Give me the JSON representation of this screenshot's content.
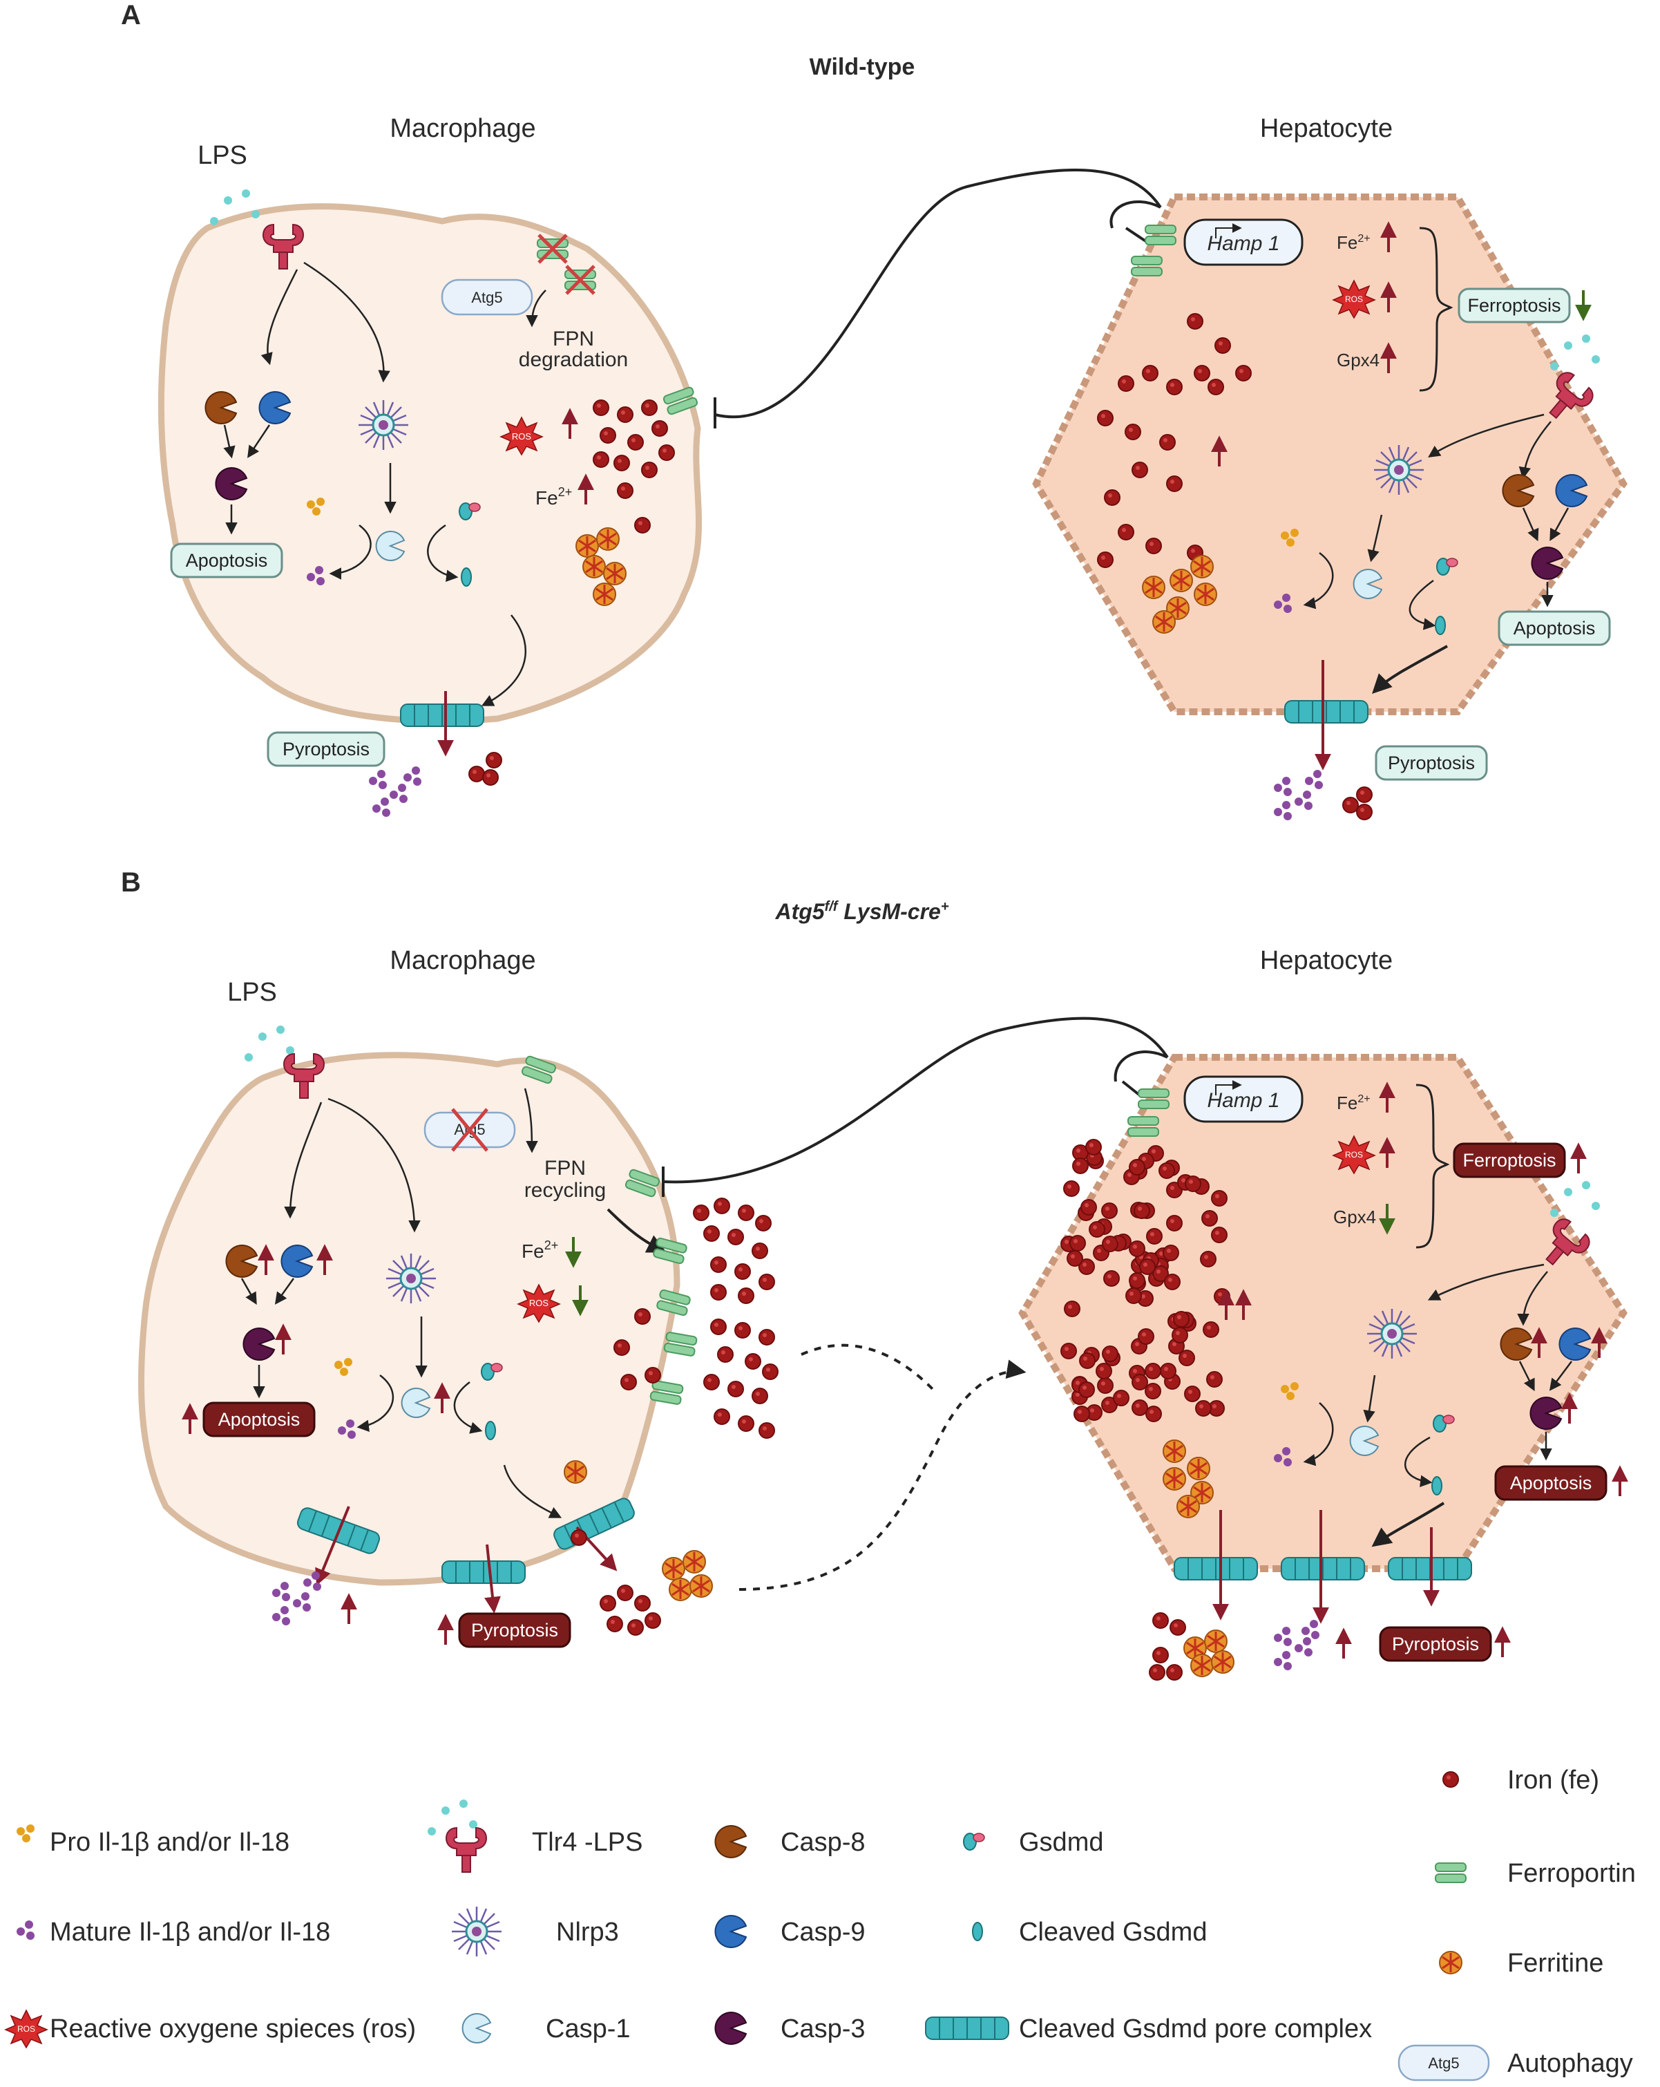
{
  "panels": {
    "A": {
      "letter": "A",
      "title": "Wild-type",
      "macrophage": {
        "cell_label": "Macrophage",
        "lps_label": "LPS",
        "atg5_label": "Atg5",
        "fpn_text_1": "FPN",
        "fpn_text_2": "degradation",
        "ros_label": "ROS",
        "fe_label": "Fe",
        "fe_sup": "2+",
        "apoptosis": "Apoptosis",
        "pyroptosis": "Pyroptosis"
      },
      "hepatocyte": {
        "cell_label": "Hepatocyte",
        "hamp": "Hamp 1",
        "fe_label": "Fe",
        "fe_sup": "2+",
        "ros_label": "ROS",
        "gpx4": "Gpx4",
        "ferroptosis": "Ferroptosis",
        "apoptosis": "Apoptosis",
        "pyroptosis": "Pyroptosis"
      }
    },
    "B": {
      "letter": "B",
      "title_main": "Atg5",
      "title_sup": "f/f",
      "title_mid": " LysM-cre",
      "title_sup2": "+",
      "macrophage": {
        "cell_label": "Macrophage",
        "lps_label": "LPS",
        "atg5_label": "Atg5",
        "fpn_text_1": "FPN",
        "fpn_text_2": "recycling",
        "ros_label": "ROS",
        "fe_label": "Fe",
        "fe_sup": "2+",
        "apoptosis": "Apoptosis",
        "pyroptosis": "Pyroptosis"
      },
      "hepatocyte": {
        "cell_label": "Hepatocyte",
        "hamp": "Hamp 1",
        "fe_label": "Fe",
        "fe_sup": "2+",
        "ros_label": "ROS",
        "gpx4": "Gpx4",
        "ferroptosis": "Ferroptosis",
        "apoptosis": "Apoptosis",
        "pyroptosis": "Pyroptosis"
      }
    }
  },
  "legend": {
    "pro_il": "Pro Il-1β and/or Il-18",
    "mature_il": "Mature Il-1β and/or Il-18",
    "ros": "Reactive oxygene spieces (ros)",
    "ros_icon_text": "ROS",
    "tlr4": "Tlr4 -LPS",
    "nlrp3": "Nlrp3",
    "casp1": "Casp-1",
    "casp8": "Casp-8",
    "casp9": "Casp-9",
    "casp3": "Casp-3",
    "gsdmd": "Gsdmd",
    "cleaved_gsdmd": "Cleaved Gsdmd",
    "pore": "Cleaved Gsdmd pore complex",
    "iron": "Iron (fe)",
    "ferroportin": "Ferroportin",
    "ferritine": "Ferritine",
    "autophagy_icon": "Atg5",
    "autophagy": "Autophagy"
  },
  "colors": {
    "macrophage_fill": "#fbefe6",
    "macrophage_border": "#d9bba0",
    "hepatocyte_fill": "#f8d4bf",
    "hepatocyte_border": "#c9987a",
    "iron": "#a11a1a",
    "up_arrow": "#8b1d2c",
    "down_arrow": "#3e6b1c",
    "ferroportin": "#8fd19e",
    "gsdmd_pore": "#3fb8bf",
    "casp8": "#9a4a14",
    "casp9": "#2f6fc0",
    "casp3": "#5a1548",
    "casp1": "#d6eef8",
    "pill_light": "#dff3ef",
    "pill_dark": "#7b1c1c"
  }
}
